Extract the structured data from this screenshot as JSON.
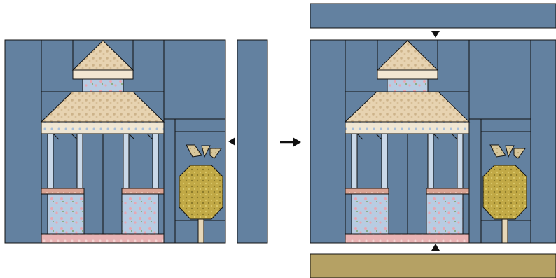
{
  "diagram": {
    "title": "",
    "subject": "gazebo-quilt-block-assembly",
    "steps": [
      {
        "name": "left-block-with-side-strip",
        "arrow": "left-pointing-triangle"
      },
      {
        "name": "process-arrow",
        "arrow": "right-arrow"
      },
      {
        "name": "assembled-block-with-top-and-bottom-strips",
        "arrows": [
          "down-pointing-triangle",
          "up-pointing-triangle"
        ]
      }
    ]
  },
  "colors": {
    "background": "#6381A0",
    "outline": "#111111",
    "roof_fabric": "#E7D3B1",
    "roof_pattern": "#CDB38A",
    "blue_floral": "#B8CCE2",
    "pink_floral": "#E9B3B4",
    "rail_fabric": "#D9A393",
    "column_fabric": "#C9D8E8",
    "trim_fabric": "#EFE6D3",
    "tree_fabric": "#C1A946",
    "bird_fabric": "#D8C79B",
    "trunk_fabric": "#E6D7B8",
    "bottom_strip": "#B5A164",
    "arrow": "#111111"
  }
}
